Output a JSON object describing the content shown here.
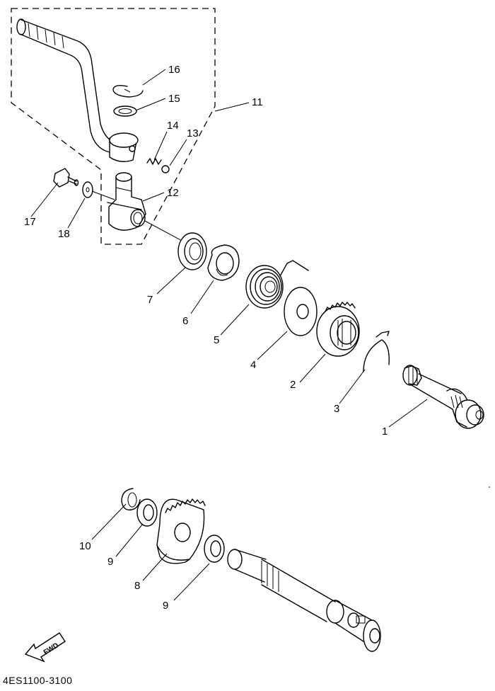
{
  "diagram": {
    "callouts": [
      {
        "id": "c1",
        "text": "1"
      },
      {
        "id": "c2",
        "text": "2"
      },
      {
        "id": "c3",
        "text": "3"
      },
      {
        "id": "c4",
        "text": "4"
      },
      {
        "id": "c5",
        "text": "5"
      },
      {
        "id": "c6",
        "text": "6"
      },
      {
        "id": "c7",
        "text": "7"
      },
      {
        "id": "c8",
        "text": "8"
      },
      {
        "id": "c9a",
        "text": "9"
      },
      {
        "id": "c9b",
        "text": "9"
      },
      {
        "id": "c10",
        "text": "10"
      },
      {
        "id": "c11",
        "text": "11"
      },
      {
        "id": "c12",
        "text": "12"
      },
      {
        "id": "c13",
        "text": "13"
      },
      {
        "id": "c14",
        "text": "14"
      },
      {
        "id": "c15",
        "text": "15"
      },
      {
        "id": "c16",
        "text": "16"
      },
      {
        "id": "c17",
        "text": "17"
      },
      {
        "id": "c18",
        "text": "18"
      }
    ],
    "fwd_label": "FWD",
    "drawing_code": "4ES1100-3100"
  }
}
